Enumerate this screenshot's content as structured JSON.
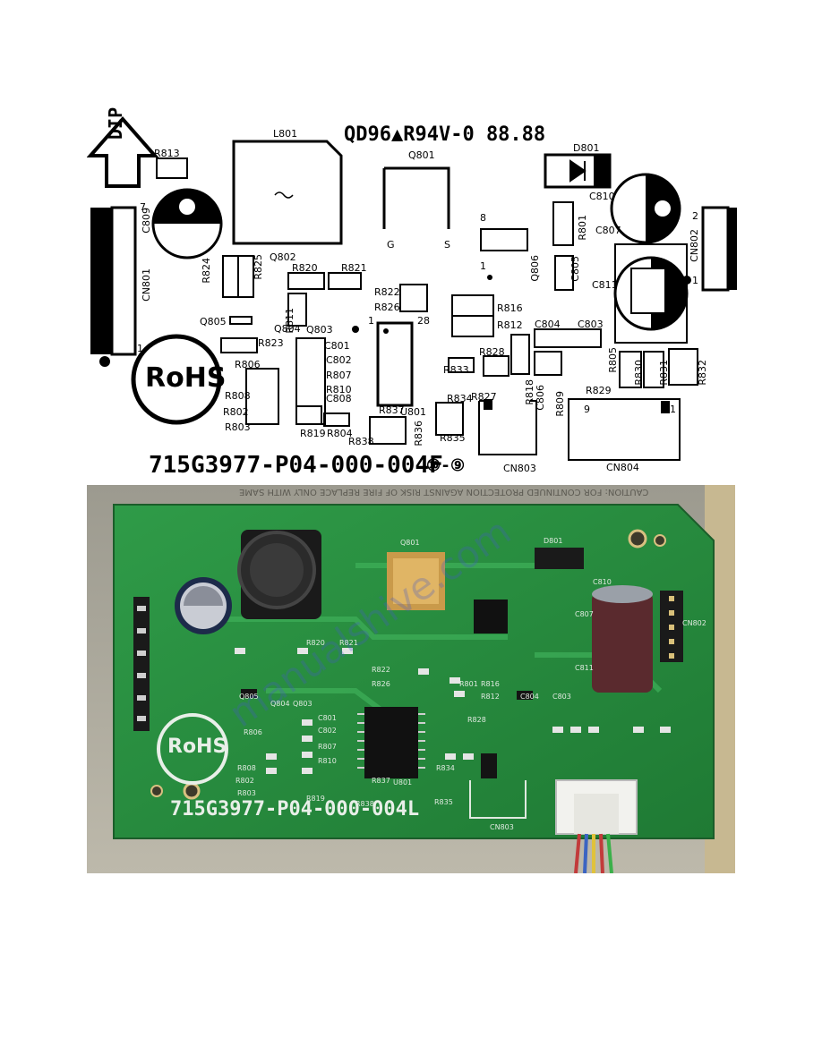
{
  "diagram": {
    "board_code": "715G3977-P04-000-004F",
    "board_code_suffix": "⑩-⑨",
    "marking": "QD96▲R94V-0 88.88",
    "dip_label": "DIP",
    "rohs_label": "RoHS",
    "pin_marks": [
      "1",
      "1",
      "1",
      "2",
      "8",
      "1",
      "28",
      "9",
      "1",
      "7",
      "G",
      "S"
    ],
    "components": {
      "L801": "L801",
      "Q801": "Q801",
      "D801": "D801",
      "R813": "R813",
      "C809": "C809",
      "CN801": "CN801",
      "R824": "R824",
      "R825": "R825",
      "Q802": "Q802",
      "R820": "R820",
      "R821": "R821",
      "R822": "R822",
      "R826": "R826",
      "Q805": "Q805",
      "Q804": "Q804",
      "R811": "R811",
      "Q803": "Q803",
      "R823": "R823",
      "C801": "C801",
      "C802": "C802",
      "R806": "R806",
      "R807": "R807",
      "R808": "R808",
      "R810": "R810",
      "C808": "C808",
      "R802": "R802",
      "R803": "R803",
      "R819": "R819",
      "R804": "R804",
      "R837": "R837",
      "U801": "U801",
      "R838": "R838",
      "R836": "R836",
      "R816": "R816",
      "R812": "R812",
      "R828": "R828",
      "R833": "R833",
      "R834": "R834",
      "R827": "R827",
      "R835": "R835",
      "R818": "R818",
      "R809": "R809",
      "C806": "C806",
      "C804": "C804",
      "C803": "C803",
      "R805": "R805",
      "R830": "R830",
      "R831": "R831",
      "R832": "R832",
      "R829": "R829",
      "C810": "C810",
      "C807": "C807",
      "R801": "R801",
      "C805": "C805",
      "C811": "C811",
      "Q806": "Q806",
      "CN802": "CN802",
      "CN803": "CN803",
      "CN804": "CN804"
    }
  },
  "photo": {
    "board_code": "715G3977-P04-000-004L",
    "rohs_label": "RoHS",
    "caution_text": "CAUTION: FOR CONTINUED PROTECTION AGAINST RISK OF FIRE REPLACE ONLY WITH SAME",
    "watermark": "manualshive.com",
    "silk_labels": [
      "Q801",
      "D801",
      "C810",
      "C807",
      "C811",
      "CN802",
      "R820",
      "R821",
      "R822",
      "R826",
      "R816",
      "R812",
      "R801",
      "R828",
      "Q805",
      "Q804",
      "Q803",
      "C801",
      "C802",
      "R806",
      "R807",
      "R808",
      "R810",
      "R802",
      "R803",
      "R819",
      "R837",
      "U801",
      "R834",
      "R835",
      "R838",
      "CN803",
      "C804",
      "C803"
    ]
  }
}
